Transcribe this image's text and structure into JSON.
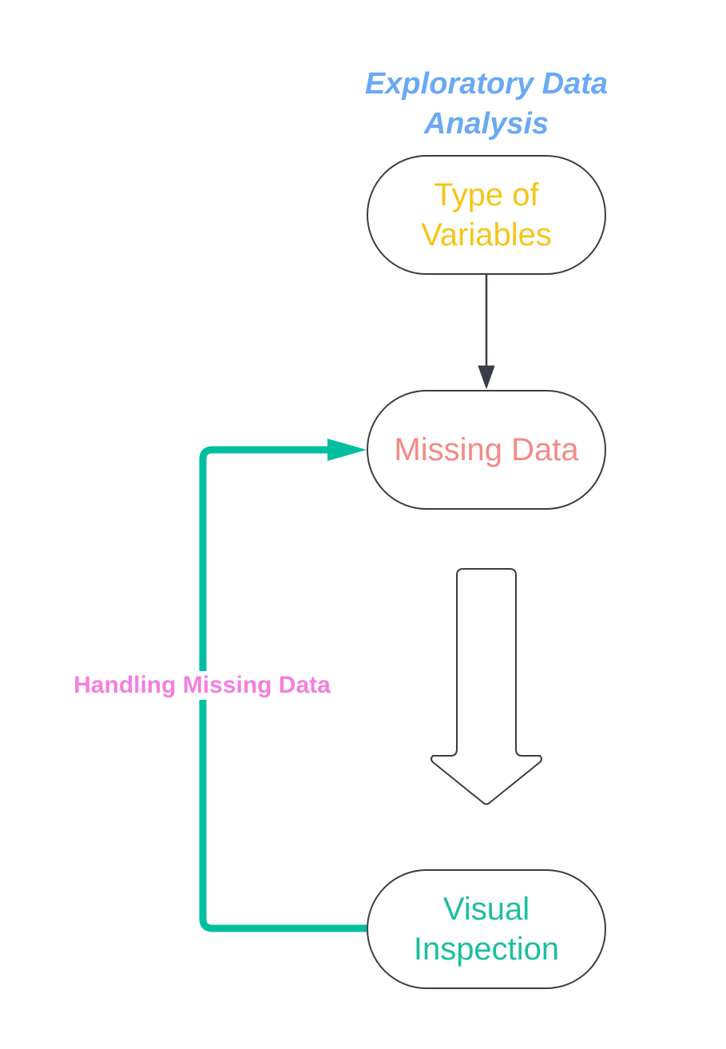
{
  "diagram": {
    "title": "Exploratory Data Analysis",
    "nodes": [
      {
        "id": "type-of-variables",
        "label": "Type of Variables"
      },
      {
        "id": "missing-data",
        "label": "Missing Data"
      },
      {
        "id": "visual-inspection",
        "label": "Visual Inspection"
      }
    ],
    "edges": [
      {
        "from": "type-of-variables",
        "to": "missing-data",
        "style": "thin-arrow"
      },
      {
        "from": "missing-data",
        "to": "visual-inspection",
        "style": "block-arrow"
      },
      {
        "from": "visual-inspection",
        "to": "missing-data",
        "style": "loop-arrow",
        "label": "Handling Missing Data"
      }
    ],
    "colors": {
      "title": "#6aa9f4",
      "type_of_variables": "#f5c518",
      "missing_data": "#f28a86",
      "visual_inspection": "#1abf9f",
      "loop": "#00bfa0",
      "loop_label": "#f47ee0",
      "outline": "#3a3d45"
    }
  }
}
